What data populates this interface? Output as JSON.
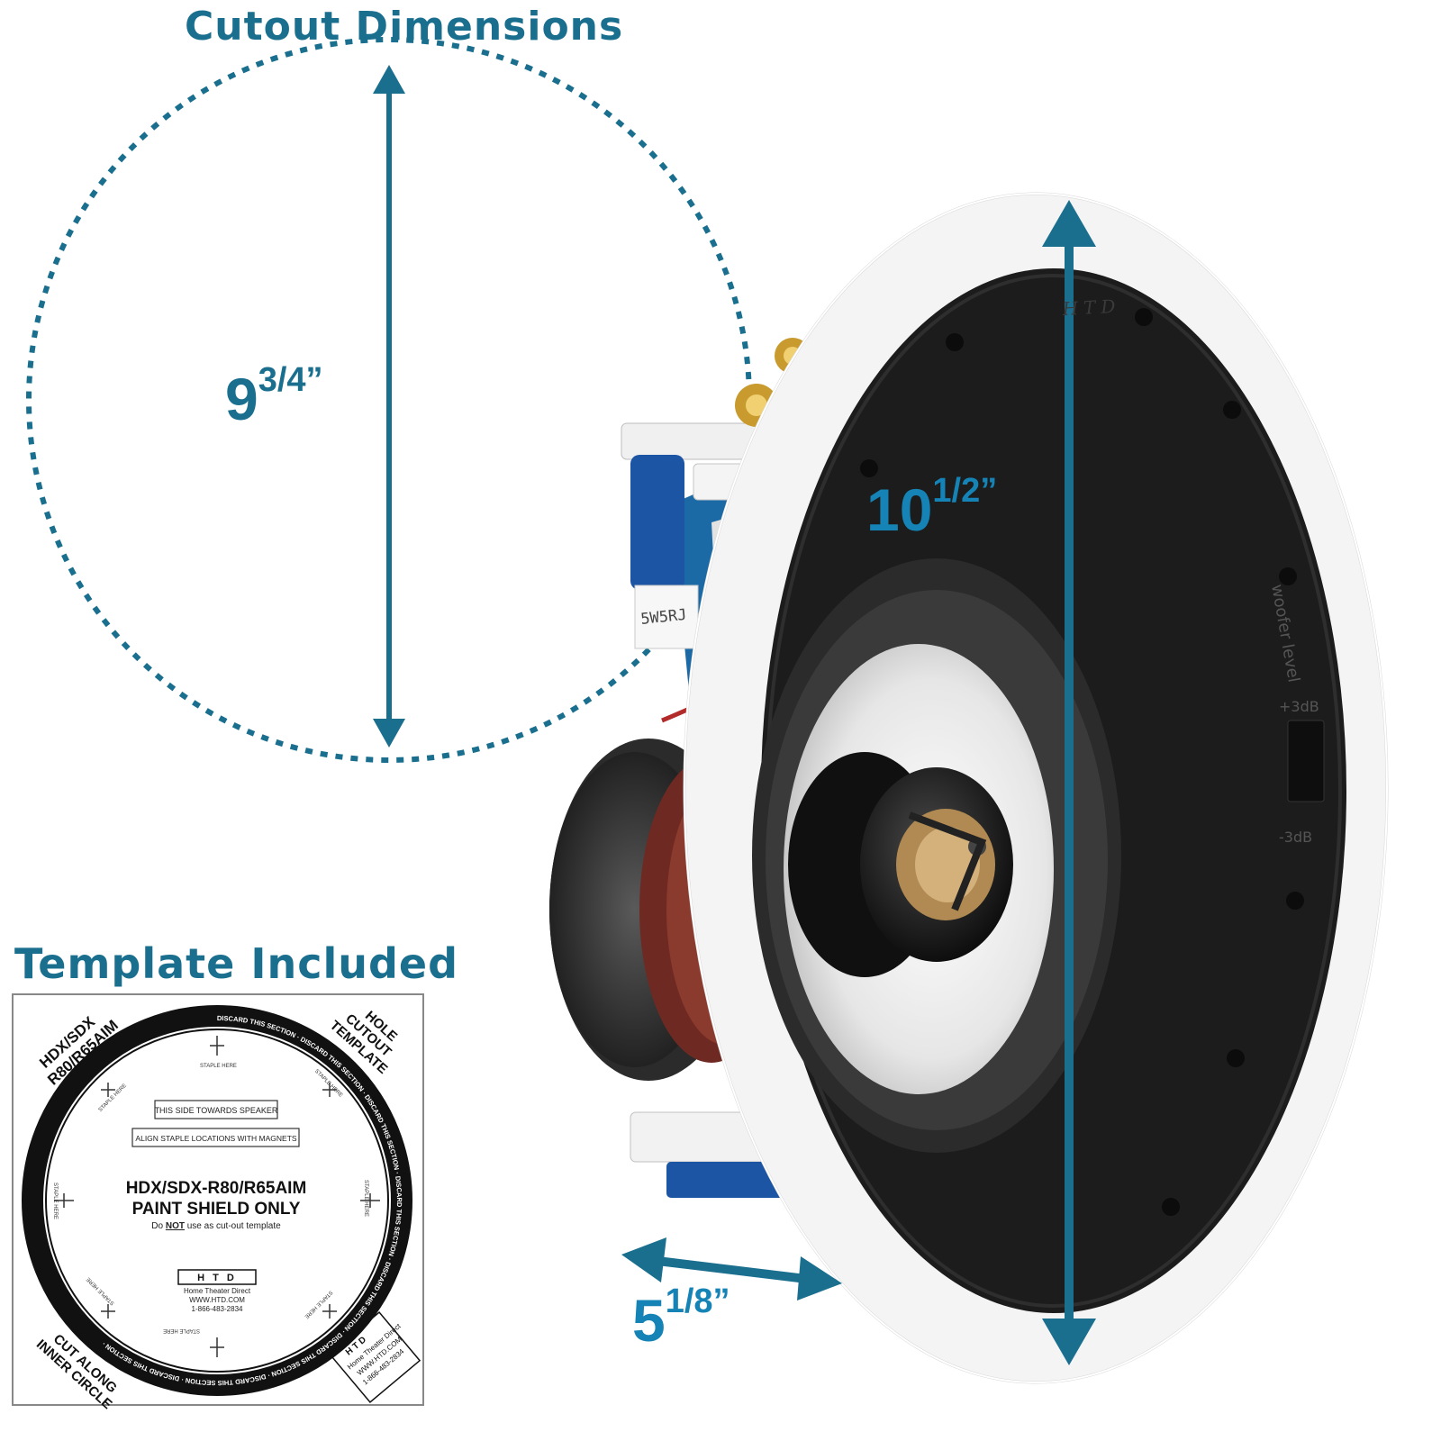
{
  "colors": {
    "accent": "#1a6f8f",
    "accent_bright": "#1583b5",
    "grille_dark": "#1c1c1c",
    "trim_white": "#f4f4f4"
  },
  "headings": {
    "cutout_dimensions": "Cutout Dimensions",
    "template_included": "Template Included"
  },
  "dimensions": {
    "cutout_whole": "9",
    "cutout_fraction": "3/4”",
    "height_whole": "10",
    "height_fraction": "1/2”",
    "depth_whole": "5",
    "depth_fraction": "1/8”"
  },
  "speaker": {
    "brand_mark": "HTD",
    "label_tag": "5W5RJ",
    "switch_title": "woofer level",
    "switch_plus": "+3dB",
    "switch_minus": "-3dB"
  },
  "template": {
    "corner_top_left": [
      "HDX/SDX",
      "R80/R65AIM"
    ],
    "corner_top_right": [
      "HOLE",
      "CUTOUT",
      "TEMPLATE"
    ],
    "corner_bottom_left": [
      "CUT ALONG",
      "INNER CIRCLE"
    ],
    "corner_bottom_right": [
      "H T D",
      "Home Theater Direct",
      "WWW.HTD.COM",
      "1-866-483-2834"
    ],
    "ring_text": "DISCARD THIS SECTION · DISCARD THIS SECTION · DISCARD THIS SECTION · DISCARD THIS SECTION · DISCARD THIS SECTION · DISCARD THIS SECTION · DISCARD THIS SECTION · DISCARD THIS SECTION · ",
    "staple_label": "STAPLE HERE",
    "box_towards": "THIS SIDE TOWARDS SPEAKER",
    "box_align": "ALIGN STAPLE LOCATIONS WITH MAGNETS",
    "model_line": "HDX/SDX-R80/R65AIM",
    "shield_line": "PAINT SHIELD ONLY",
    "note_prefix": "Do",
    "note_not": "NOT",
    "note_suffix": "use as cut-out template",
    "logo": "H T D",
    "company": "Home Theater Direct",
    "website": "WWW.HTD.COM",
    "phone": "1-866-483-2834"
  }
}
